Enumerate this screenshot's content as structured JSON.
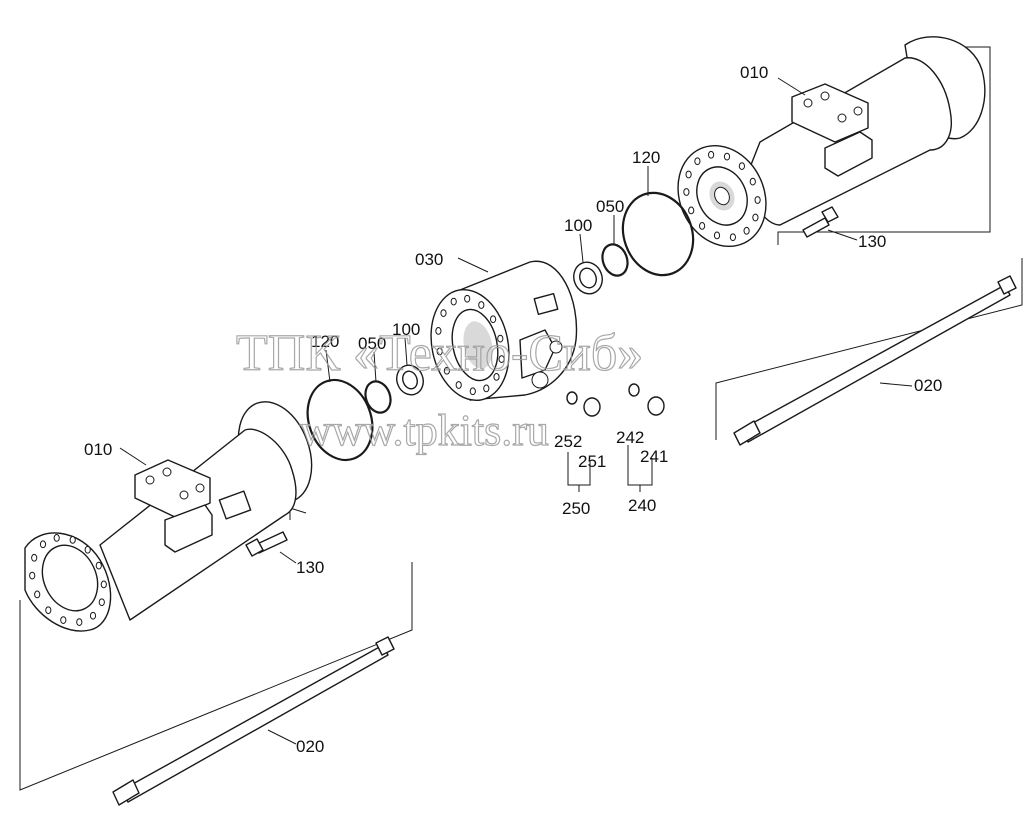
{
  "watermark": {
    "line1": "ТПК «Техно-Сиб»",
    "line2": "www.tpkits.ru"
  },
  "labels": {
    "p010_top": "010",
    "p010_bottom": "010",
    "p020_right": "020",
    "p020_bottom": "020",
    "p030": "030",
    "p050_right": "050",
    "p050_left": "050",
    "p100_right": "100",
    "p100_left": "100",
    "p120_right": "120",
    "p120_left": "120",
    "p130_right": "130",
    "p130_left": "130",
    "p240": "240",
    "p241": "241",
    "p242": "242",
    "p250": "250",
    "p251": "251",
    "p252": "252"
  }
}
